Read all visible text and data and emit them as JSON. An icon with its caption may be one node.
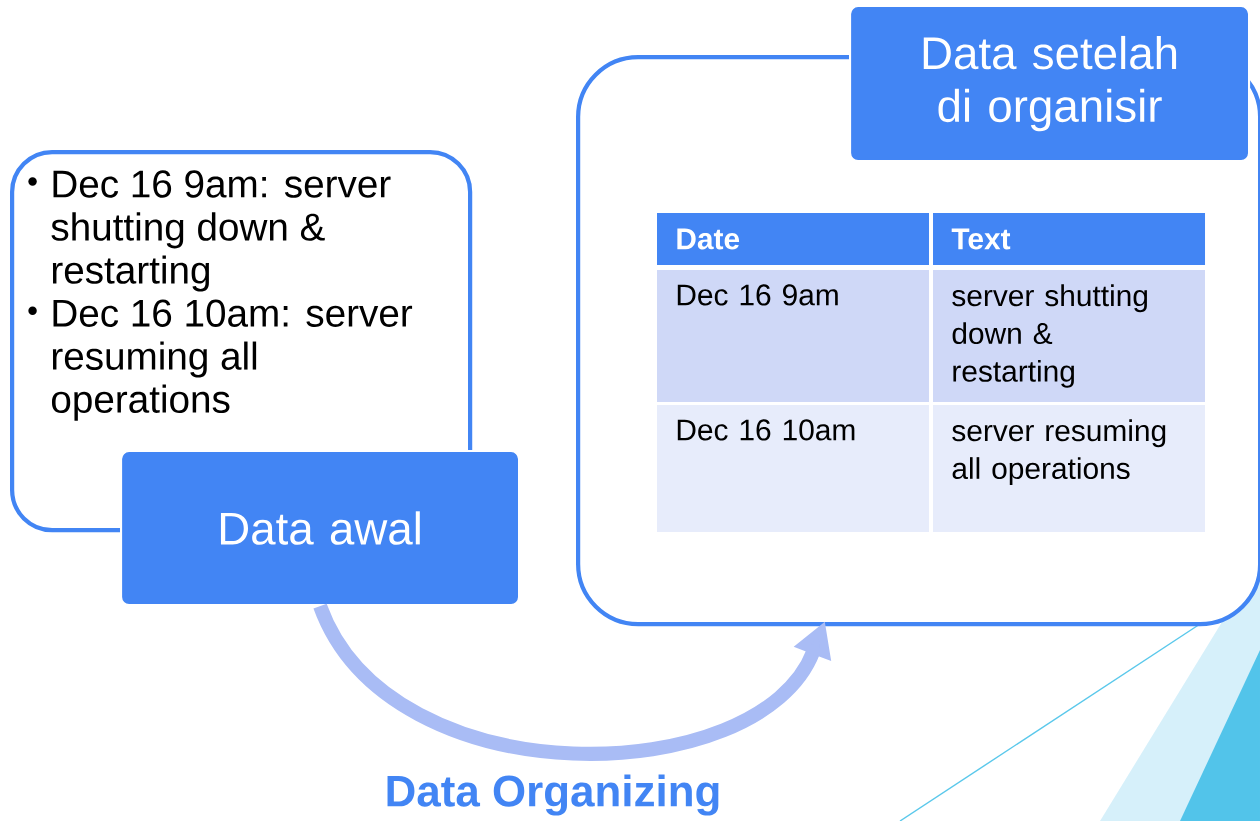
{
  "diagram": {
    "nodes": [
      {
        "text": [
          "Dec 16 9am: server shutting down & restarting",
          "Dec 16 10am: server resuming all operations"
        ]
      },
      {
        "text": [
          "Data awal"
        ]
      },
      {
        "text": [],
        "shape": "box"
      },
      {
        "text": [
          "Data setelah di organisir"
        ]
      }
    ],
    "edges": [
      {
        "from": 1,
        "to": 2,
        "arrow": "to"
      }
    ],
    "labels": [
      "Date",
      "Text",
      "Dec 16 9am",
      "server shutting down & restarting",
      "Dec 16 10am",
      "server resuming all operations",
      "Data Organizing"
    ]
  }
}
